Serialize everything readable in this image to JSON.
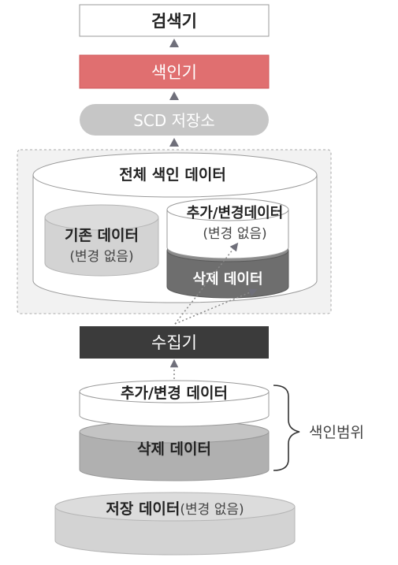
{
  "boxes": {
    "search": "검색기",
    "indexer": "색인기",
    "scd": "SCD 저장소",
    "collector": "수집기"
  },
  "full_index": {
    "title": "전체 색인 데이터",
    "existing_line1": "기존 데이터",
    "existing_line2": "(변경 없음)",
    "added_line1": "추가/변경데이터",
    "added_line2": "(변경 없음)",
    "deleted": "삭제 데이터"
  },
  "range": {
    "added": "추가/변경 데이터",
    "deleted": "삭제 데이터",
    "label": "색인범위"
  },
  "storage": {
    "bold": "저장 데이터",
    "normal": "(변경 없음)"
  }
}
